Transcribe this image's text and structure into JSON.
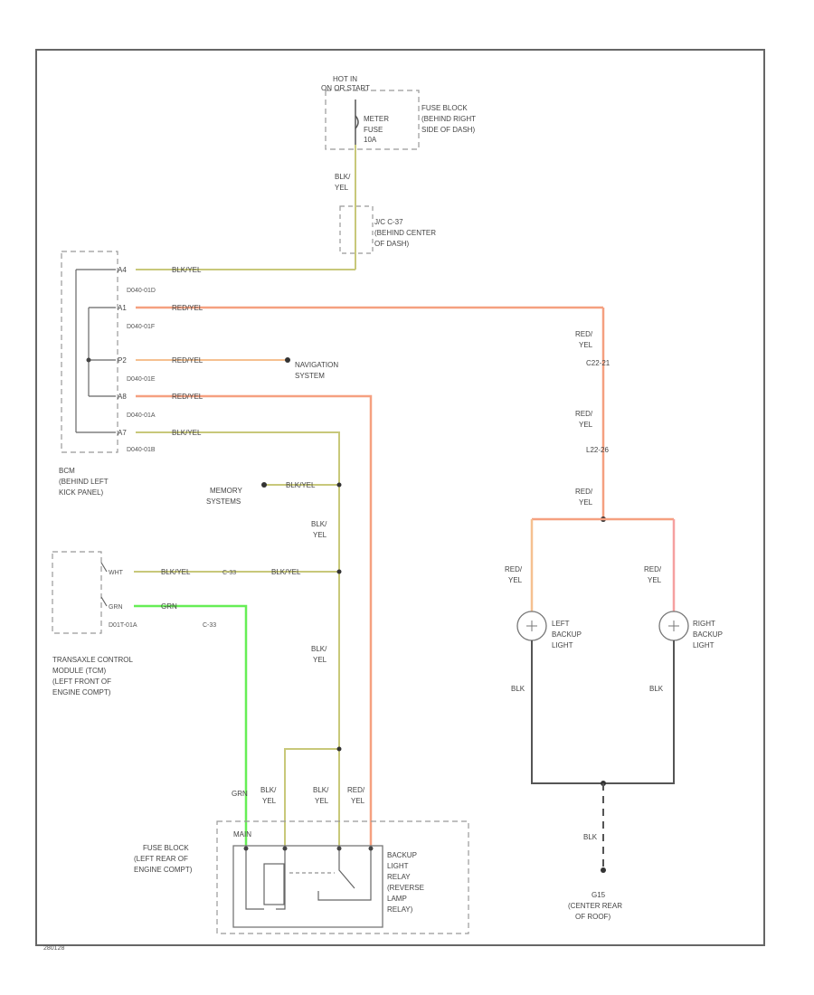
{
  "colors": {
    "wire_blk_yel": "#c8c87a",
    "wire_red_yel": "#f5a080",
    "wire_grn": "#66ee55",
    "wire_blk": "#555555",
    "dashed": "#999999",
    "frame": "#666666"
  },
  "labels": {
    "hot_in": "HOT IN",
    "on_or_start": "ON OR START",
    "meter_fuse_1": "METER",
    "meter_fuse_2": "FUSE",
    "meter_fuse_3": "10A",
    "fuse_block_1": "FUSE BLOCK",
    "fuse_block_2": "(BEHIND RIGHT",
    "fuse_block_3": "SIDE OF DASH)",
    "wire_blk": "BLK/",
    "wire_yel": "YEL",
    "jc_1": "J/C C-37",
    "jc_2": "(BEHIND CENTER",
    "jc_3": "OF DASH)",
    "pin_a4": "A4",
    "pin_a1": "A1",
    "pin_p2": "P2",
    "pin_a8": "A8",
    "pin_a7": "A7",
    "w_blkyel": "BLK/YEL",
    "w_redyel": "RED/YEL",
    "conn_d": "D040-01D",
    "conn_f": "D040-01F",
    "conn_e": "D040-01E",
    "conn_a": "D040-01A",
    "conn_b": "D040-01B",
    "nav_1": "NAVIGATION",
    "nav_2": "SYSTEM",
    "red_1": "RED/",
    "red_2": "YEL",
    "c_21": "C22-21",
    "c_26": "L22-26",
    "bcm_1": "BCM",
    "bcm_2": "(BEHIND LEFT",
    "bcm_3": "KICK PANEL)",
    "memory_1": "MEMORY",
    "memory_2": "SYSTEMS",
    "tcm_pin1": "WHT",
    "tcm_pin2": "GRN",
    "w_grn": "GRN",
    "c33_a": "C-33",
    "conn_tcm": "D01T-01A",
    "c33_b": "C-33",
    "tcm_1": "TRANSAXLE CONTROL",
    "tcm_2": "MODULE (TCM)",
    "tcm_3": "(LEFT FRONT OF",
    "tcm_4": "ENGINE COMPT)",
    "left_backup_1": "LEFT",
    "left_backup_2": "BACKUP",
    "left_backup_3": "LIGHT",
    "right_backup_1": "RIGHT",
    "right_backup_2": "BACKUP",
    "right_backup_3": "LIGHT",
    "blk": "BLK",
    "grn_top": "GRN",
    "main_fb_1": "MAIN",
    "main_fb_2": "FUSE BLOCK",
    "main_fb_3": "(LEFT REAR OF",
    "main_fb_4": "ENGINE COMPT)",
    "relay_1": "BACKUP",
    "relay_2": "LIGHT",
    "relay_3": "RELAY",
    "relay_4": "(REVERSE",
    "relay_5": "LAMP",
    "relay_6": "RELAY)",
    "ground_1": "G15",
    "ground_2": "(CENTER REAR",
    "ground_3": "OF ROOF)",
    "fig_code": "280128"
  }
}
